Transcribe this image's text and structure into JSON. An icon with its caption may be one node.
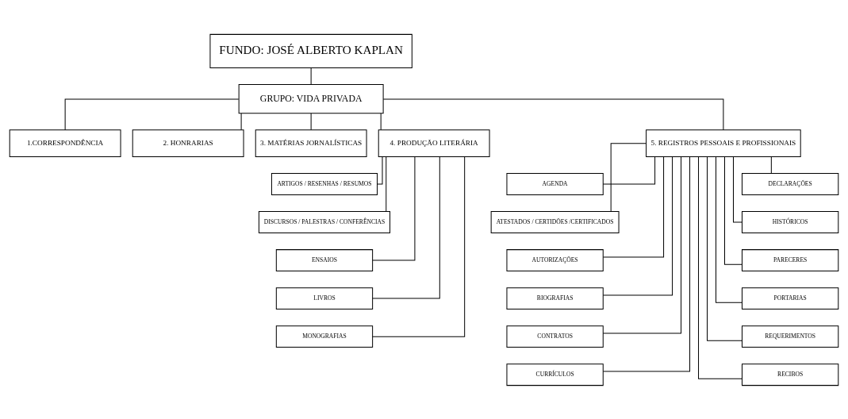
{
  "diagram": {
    "nodes": [
      {
        "text": [
          "FUNDO: JOSÉ ALBERTO KAPLAN"
        ]
      },
      {
        "text": [
          "GRUPO: VIDA PRIVADA"
        ]
      },
      {
        "text": [
          "1.CORRESPONDÊNCIA"
        ]
      },
      {
        "text": [
          "2. HONRARIAS"
        ]
      },
      {
        "text": [
          "3. MATÉRIAS JORNALÍSTICAS"
        ]
      },
      {
        "text": [
          "4. PRODUÇÃO LITERÁRIA"
        ]
      },
      {
        "text": [
          "5. REGISTROS PESSOAIS E PROFISSIONAIS"
        ]
      },
      {
        "text": [
          "ARTIGOS / RESENHAS / RESUMOS"
        ]
      },
      {
        "text": [
          "DISCURSOS / PALESTRAS / CONFERÊNCIAS"
        ]
      },
      {
        "text": [
          "ENSAIOS"
        ]
      },
      {
        "text": [
          "LIVROS"
        ]
      },
      {
        "text": [
          "MONOGRAFIAS"
        ]
      },
      {
        "text": [
          "AGENDA"
        ]
      },
      {
        "text": [
          "ATESTADOS / CERTIDÕES /CERTIFICADOS"
        ]
      },
      {
        "text": [
          "AUTORIZAÇÕES"
        ]
      },
      {
        "text": [
          "BIOGRAFIAS"
        ]
      },
      {
        "text": [
          "CONTRATOS"
        ]
      },
      {
        "text": [
          "CURRÍCULOS"
        ]
      },
      {
        "text": [
          "DECLARAÇÕES"
        ]
      },
      {
        "text": [
          "HISTÓRICOS"
        ]
      },
      {
        "text": [
          "PARECERES"
        ]
      },
      {
        "text": [
          "PORTARIAS"
        ]
      },
      {
        "text": [
          "REQUERIMENTOS"
        ]
      },
      {
        "text": [
          "RECIBOS"
        ]
      }
    ],
    "edges": [
      {
        "from": 0,
        "to": 1,
        "arrow": "none"
      },
      {
        "from": 1,
        "to": 2,
        "arrow": "none"
      },
      {
        "from": 1,
        "to": 3,
        "arrow": "none"
      },
      {
        "from": 1,
        "to": 4,
        "arrow": "none"
      },
      {
        "from": 1,
        "to": 5,
        "arrow": "none"
      },
      {
        "from": 1,
        "to": 6,
        "arrow": "none"
      },
      {
        "from": 5,
        "to": 7,
        "arrow": "none"
      },
      {
        "from": 5,
        "to": 8,
        "arrow": "none"
      },
      {
        "from": 5,
        "to": 9,
        "arrow": "none"
      },
      {
        "from": 5,
        "to": 10,
        "arrow": "none"
      },
      {
        "from": 5,
        "to": 11,
        "arrow": "none"
      },
      {
        "from": 6,
        "to": 12,
        "arrow": "none"
      },
      {
        "from": 6,
        "to": 13,
        "arrow": "none"
      },
      {
        "from": 6,
        "to": 14,
        "arrow": "none"
      },
      {
        "from": 6,
        "to": 15,
        "arrow": "none"
      },
      {
        "from": 6,
        "to": 16,
        "arrow": "none"
      },
      {
        "from": 6,
        "to": 17,
        "arrow": "none"
      },
      {
        "from": 6,
        "to": 18,
        "arrow": "none"
      },
      {
        "from": 6,
        "to": 19,
        "arrow": "none"
      },
      {
        "from": 6,
        "to": 20,
        "arrow": "none"
      },
      {
        "from": 6,
        "to": 21,
        "arrow": "none"
      },
      {
        "from": 6,
        "to": 22,
        "arrow": "none"
      },
      {
        "from": 6,
        "to": 23,
        "arrow": "none"
      }
    ]
  }
}
